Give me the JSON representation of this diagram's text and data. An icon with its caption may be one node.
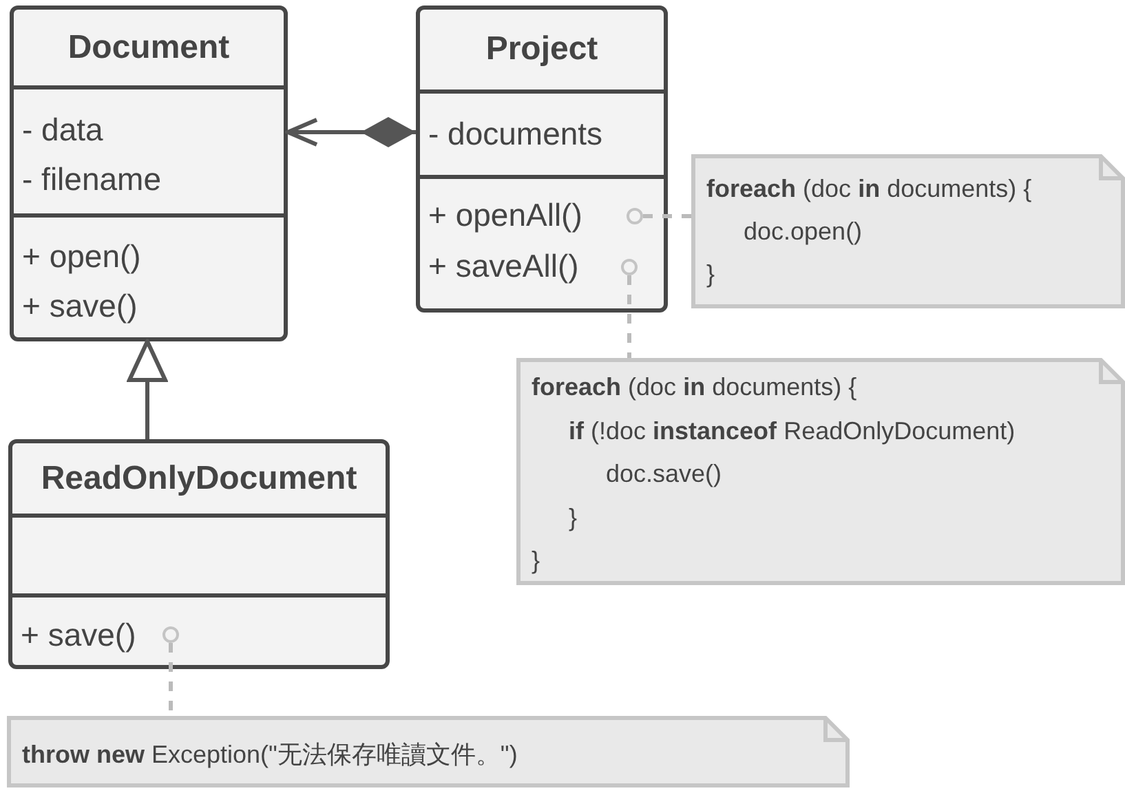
{
  "diagram": {
    "nodes": [
      {
        "text": [
          "Document"
        ]
      },
      {
        "text": [
          "- data",
          "- filename"
        ],
        "in": 0
      },
      {
        "text": [
          "+ open()",
          "+ save()"
        ],
        "in": 0
      },
      {
        "text": [
          "Project"
        ]
      },
      {
        "text": [
          "- documents"
        ],
        "in": 3
      },
      {
        "text": [
          "+ openAll()",
          "+ saveAll()"
        ],
        "in": 3
      },
      {
        "text": [],
        "shape": "circle",
        "in": 5
      },
      {
        "text": [],
        "shape": "circle",
        "in": 5
      },
      {
        "text": [
          "**foreach** (doc **in** documents) {",
          "doc.open()",
          "}"
        ]
      },
      {
        "text": [
          "**foreach** (doc **in** documents) {",
          "**if** (!doc **instanceof** ReadOnlyDocument)",
          "doc.save()",
          "}",
          "}"
        ]
      },
      {
        "text": [
          "ReadOnlyDocument"
        ]
      },
      {
        "text": [],
        "shape": "box",
        "in": 10
      },
      {
        "text": [
          "+ save()"
        ],
        "in": 10
      },
      {
        "text": [],
        "shape": "circle",
        "in": 12
      },
      {
        "text": [
          "**throw new** Exception(\"无法保存唯讀文件。\")"
        ]
      }
    ],
    "edges": [
      {
        "from": 4,
        "to": 1,
        "arrow": "to",
        "color": "#555555"
      },
      {
        "from": 10,
        "to": 0,
        "arrow": "to",
        "color": "#555555"
      },
      {
        "from": 6,
        "to": 8,
        "arrow": "none",
        "style": "dashed",
        "color": "#bbbbbb"
      },
      {
        "from": 7,
        "to": 9,
        "arrow": "none",
        "style": "dashed",
        "color": "#bbbbbb"
      },
      {
        "from": 13,
        "to": 14,
        "arrow": "none",
        "style": "dashed",
        "color": "#bbbbbb"
      }
    ]
  }
}
